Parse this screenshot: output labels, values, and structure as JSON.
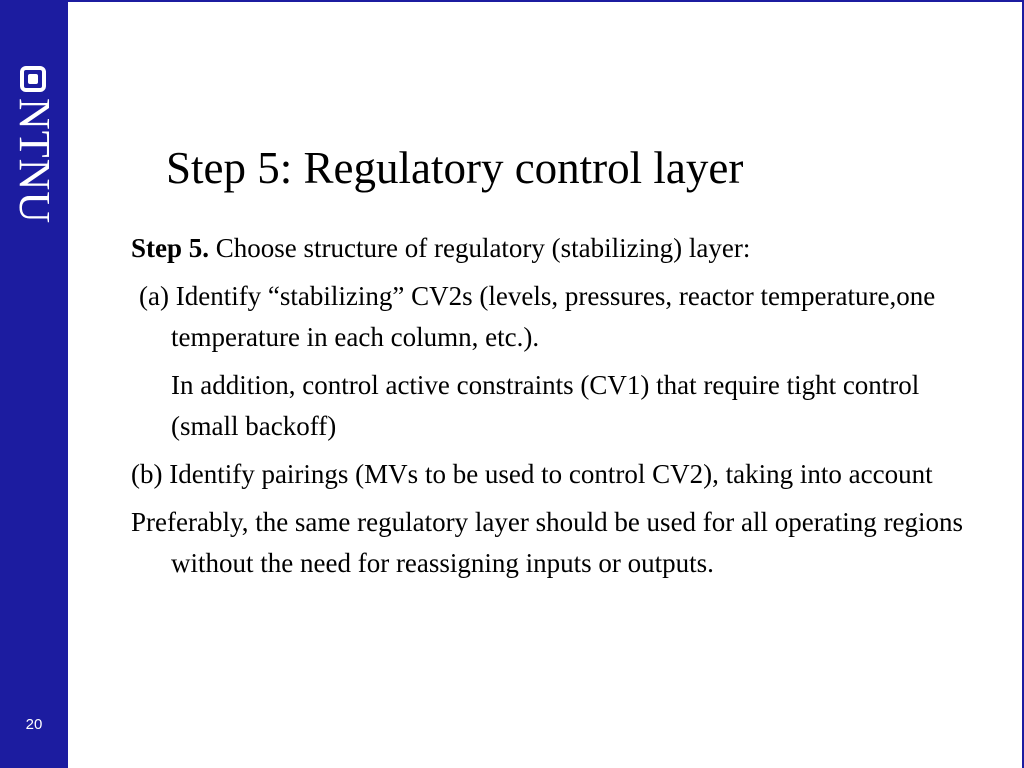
{
  "sidebar": {
    "logo_text": "NTNU",
    "page_number": "20"
  },
  "slide": {
    "title": "Step 5: Regulatory control layer",
    "intro_bold": "Step 5.",
    "intro_text": " Choose structure of regulatory (stabilizing) layer:",
    "item_a": "(a) Identify “stabilizing” CV2s (levels, pressures, reactor temperature,one temperature in each column, etc.).",
    "item_a_addition": "In addition, control active constraints (CV1) that require tight control (small backoff)",
    "item_b": "(b) Identify pairings (MVs to be used to control CV2), taking into account",
    "conclusion": "Preferably, the same regulatory layer should be used for all operating regions without the need for reassigning inputs or outputs."
  },
  "colors": {
    "sidebar": "#1c1ca0",
    "text": "#000000",
    "background": "#ffffff"
  }
}
